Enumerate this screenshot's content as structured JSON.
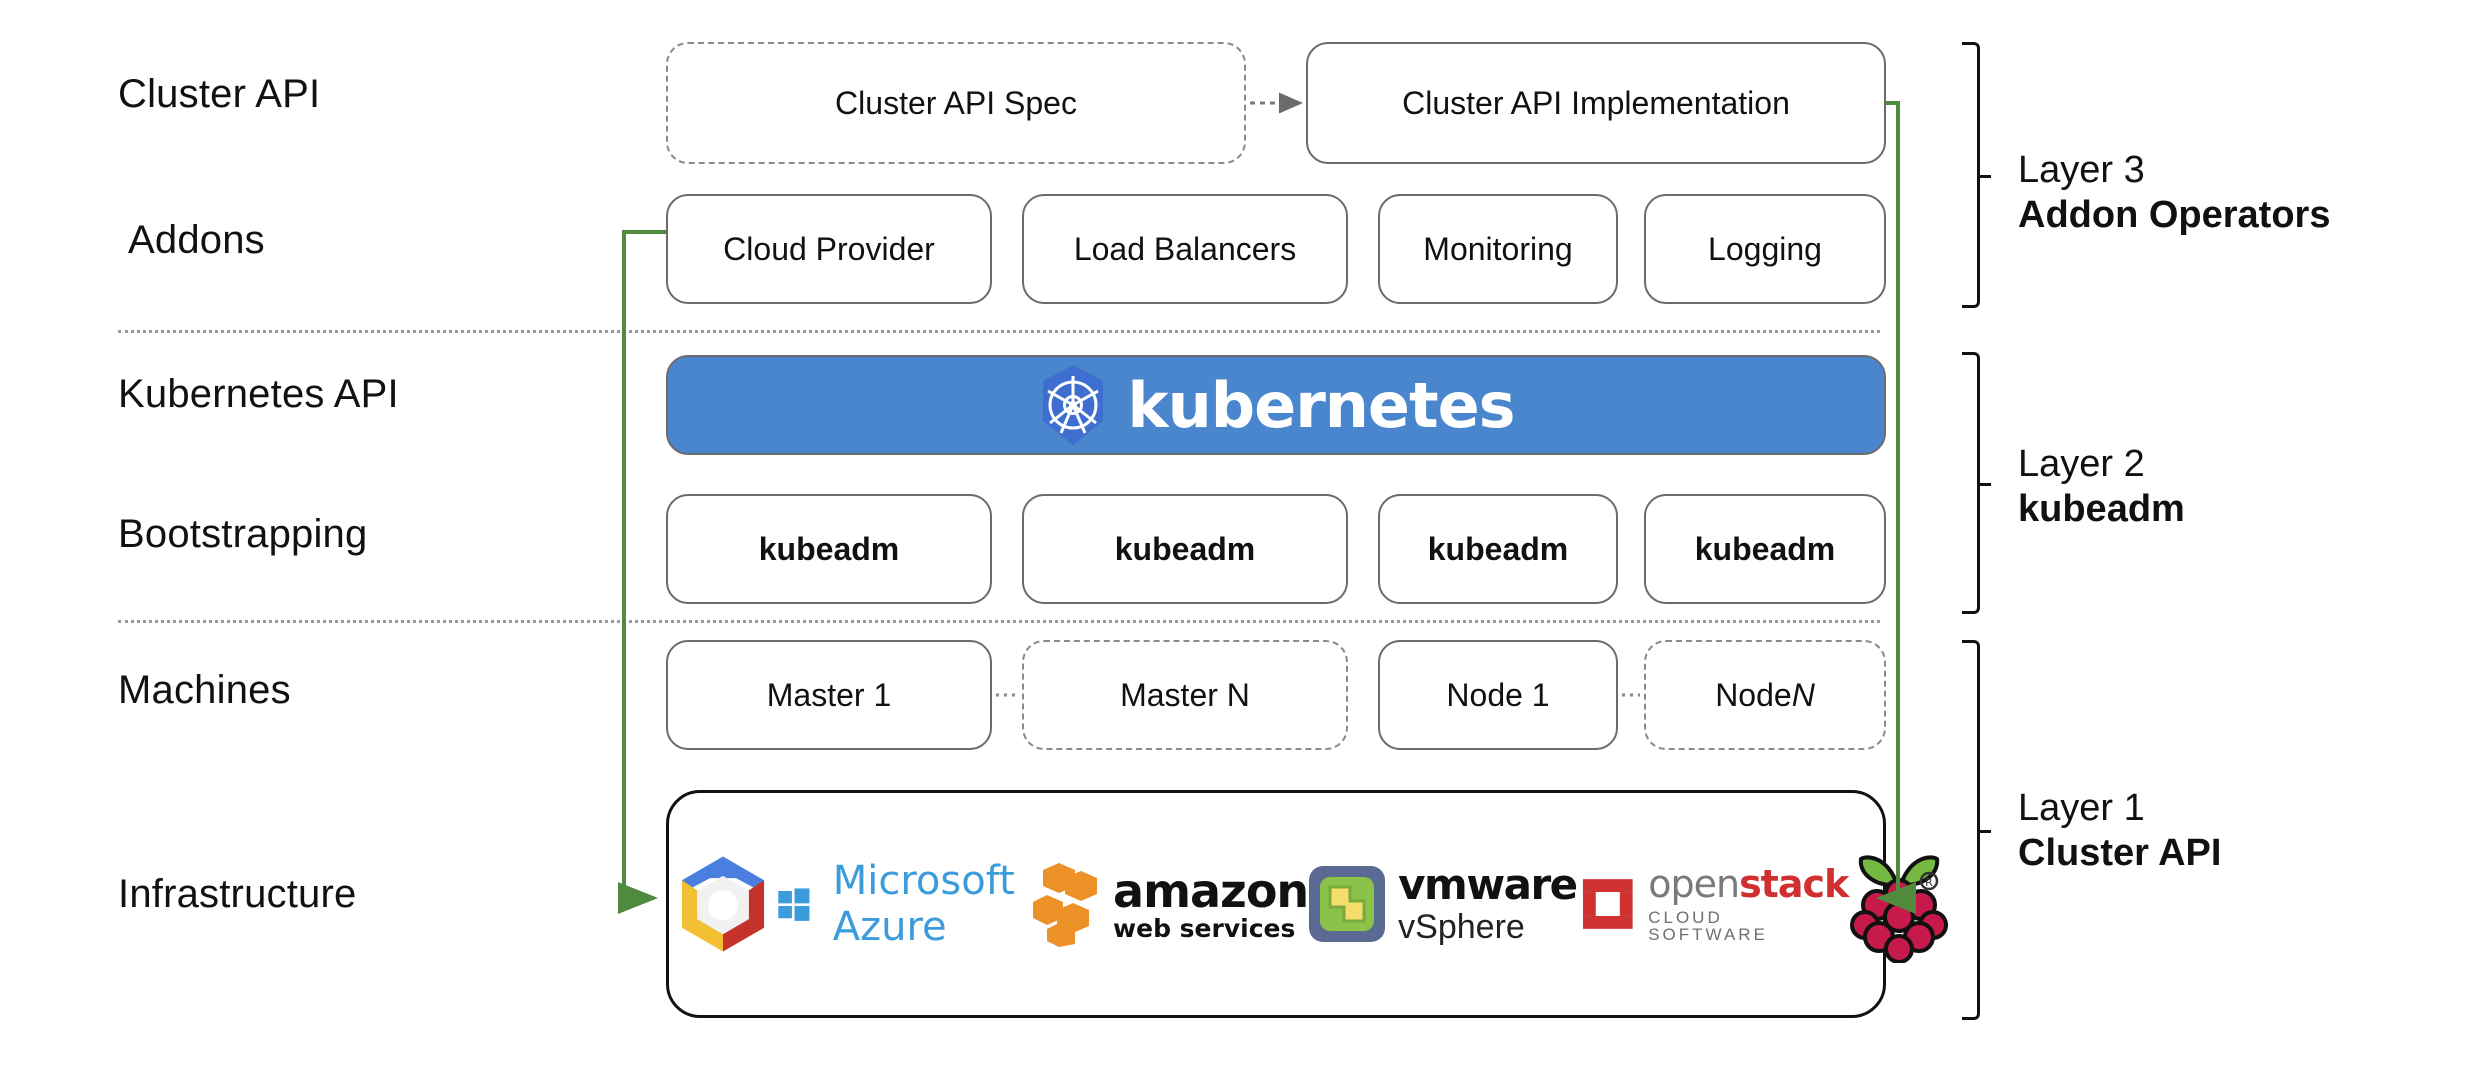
{
  "diagram": {
    "title": "Kubernetes Cluster API layered architecture",
    "colors": {
      "kubernetes_blue": "#4a86ce",
      "kubernetes_logo_blue": "#3e6fd0",
      "connector_green": "#4f8a3d",
      "box_border_gray": "#6b6b6b",
      "separator_gray": "#9a9a9a",
      "azure_blue": "#3c9bdb",
      "aws_orange": "#eb9127",
      "openstack_red": "#d0302f",
      "raspberry_crimson": "#c51a4a",
      "raspberry_green": "#75b943"
    }
  },
  "row_labels": [
    {
      "id": "cluster-api",
      "text": "Cluster API"
    },
    {
      "id": "addons",
      "text": "Addons"
    },
    {
      "id": "kubernetes-api",
      "text": "Kubernetes API"
    },
    {
      "id": "bootstrapping",
      "text": "Bootstrapping"
    },
    {
      "id": "machines",
      "text": "Machines"
    },
    {
      "id": "infrastructure",
      "text": "Infrastructure"
    }
  ],
  "cluster_api_row": {
    "spec": {
      "label": "Cluster API Spec",
      "style": "dashed"
    },
    "implementation": {
      "label": "Cluster API Implementation",
      "style": "solid"
    },
    "arrow": "dashed-arrow-right"
  },
  "addons_row": [
    {
      "label": "Cloud Provider"
    },
    {
      "label": "Load Balancers"
    },
    {
      "label": "Monitoring"
    },
    {
      "label": "Logging"
    }
  ],
  "kubernetes_banner": {
    "wordmark": "kubernetes",
    "logo": "kubernetes-helm-icon"
  },
  "bootstrapping_row": [
    {
      "label": "kubeadm"
    },
    {
      "label": "kubeadm"
    },
    {
      "label": "kubeadm"
    },
    {
      "label": "kubeadm"
    }
  ],
  "machines_row": [
    {
      "label": "Master 1",
      "style": "solid",
      "italic_suffix": ""
    },
    {
      "label": "Master N",
      "style": "dashed",
      "italic_suffix": ""
    },
    {
      "label": "Node 1",
      "style": "solid",
      "italic_suffix": ""
    },
    {
      "label": "Node ",
      "style": "dashed",
      "italic_suffix": "N"
    }
  ],
  "infrastructure_row": {
    "providers": [
      {
        "name": "google-cloud-platform-logo",
        "text": ""
      },
      {
        "name": "microsoft-azure-logo",
        "text": "Microsoft Azure"
      },
      {
        "name": "amazon-web-services-logo",
        "text_primary": "amazon",
        "text_secondary": "web services"
      },
      {
        "name": "vmware-vsphere-logo",
        "text_primary": "vmware",
        "text_secondary": "vSphere"
      },
      {
        "name": "openstack-logo",
        "text_primary": "open",
        "text_accent": "stack",
        "text_secondary": "CLOUD SOFTWARE"
      },
      {
        "name": "raspberry-pi-logo",
        "text": ""
      }
    ]
  },
  "layers": [
    {
      "id": "layer-3",
      "line1": "Layer 3",
      "line2": "Addon Operators"
    },
    {
      "id": "layer-2",
      "line1": "Layer 2",
      "line2": "kubeadm"
    },
    {
      "id": "layer-1",
      "line1": "Layer 1",
      "line2": "Cluster API"
    }
  ]
}
